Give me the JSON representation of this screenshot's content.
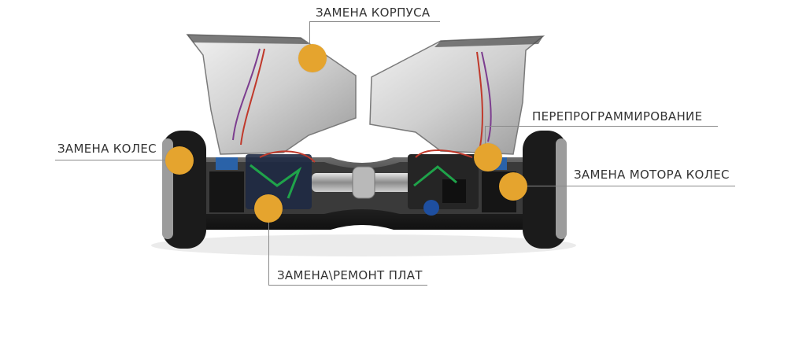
{
  "callouts": {
    "housing": "ЗАМЕНА КОРПУСА",
    "reprogramming": "ПЕРЕПРОГРАММИРОВАНИЕ",
    "wheels": "ЗАМЕНА КОЛЕС",
    "wheel_motor": "ЗАМЕНА МОТОРА КОЛЕС",
    "boards": "ЗАМЕНА\\РЕМОНТ ПЛАТ"
  },
  "colors": {
    "marker": "#e5a42e",
    "leader_line": "#8a8a8a",
    "label_text": "#333333"
  }
}
